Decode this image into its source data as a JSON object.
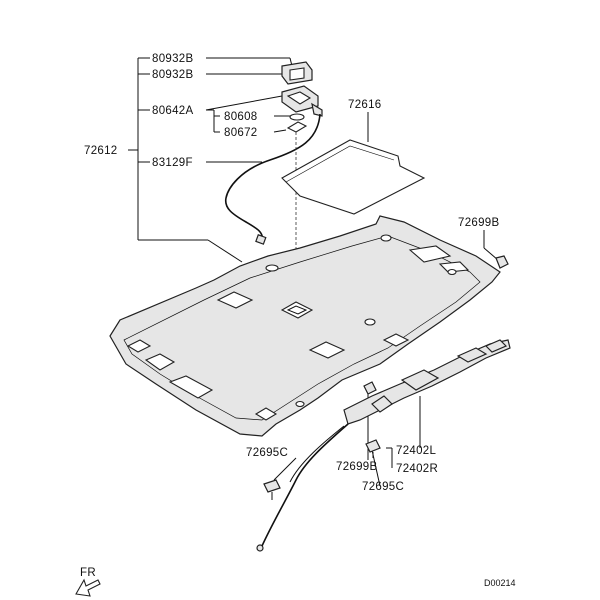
{
  "callouts": {
    "c80932B_a": "80932B",
    "c80932B_b": "80932B",
    "c80642A": "80642A",
    "c80608": "80608",
    "c80672": "80672",
    "c72612": "72612",
    "c83129F": "83129F",
    "c72616": "72616",
    "c72699B_right": "72699B",
    "c72695C_left": "72695C",
    "c72699B_center": "72699B",
    "c72402L": "72402L",
    "c72402R": "72402R",
    "c72695C_center": "72695C"
  },
  "footer": {
    "direction": "FR",
    "diagram_code": "D00214"
  }
}
